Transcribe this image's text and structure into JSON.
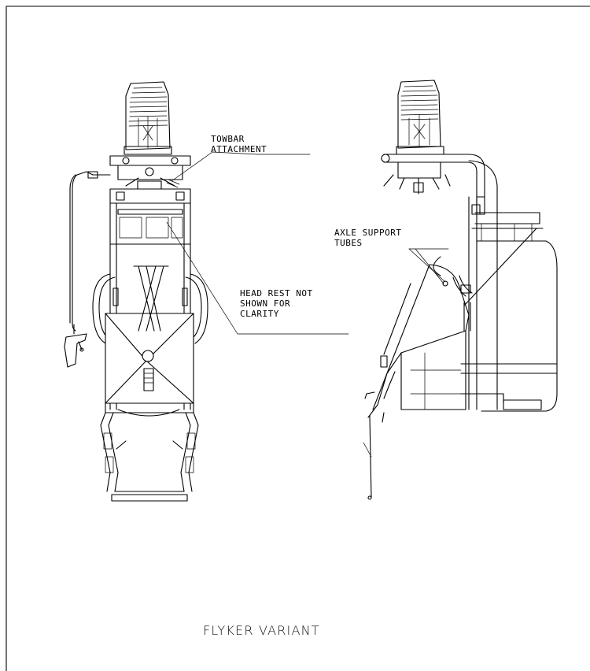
{
  "diagram": {
    "labels": {
      "towbar_line1": "TOWBAR",
      "towbar_line2": "ATTACHMENT",
      "headrest_line1": "HEAD REST NOT",
      "headrest_line2": "SHOWN FOR",
      "headrest_line3": "CLARITY",
      "axle_line1": "AXLE SUPPORT",
      "axle_line2": "TUBES"
    },
    "caption": "FLYKER VARIANT"
  }
}
